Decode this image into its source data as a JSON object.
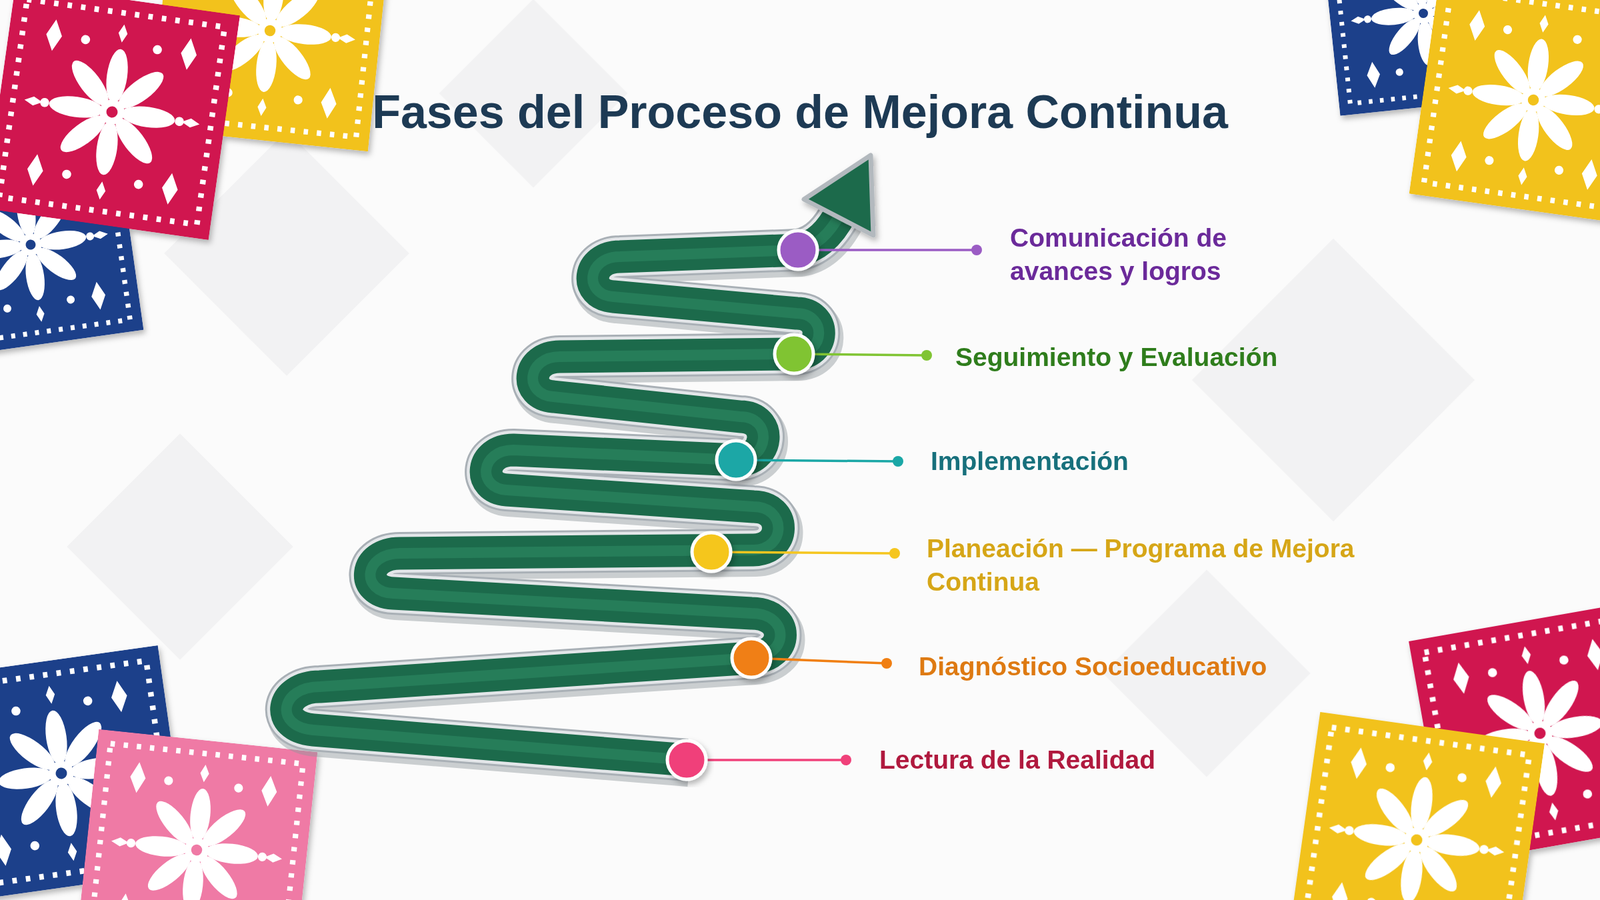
{
  "diagram": {
    "title": "Fases del Proceso de Mejora Continua",
    "labels": [
      "Comunicación de avances y logros",
      "Seguimiento y Evaluación",
      "Implementación",
      "Planeación — Programa de Mejora Continua",
      "Diagnóstico Socioeducativo",
      "Lectura de la Realidad"
    ]
  }
}
